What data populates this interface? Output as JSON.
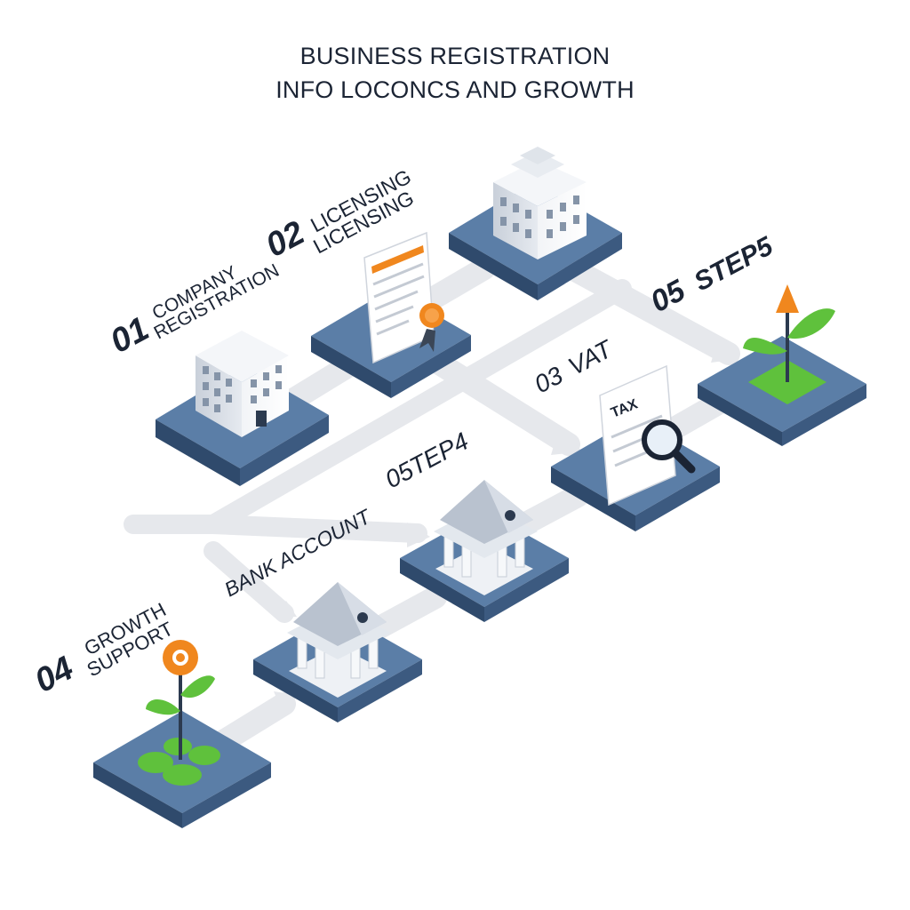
{
  "title": {
    "line1": "BUSINESS REGISTRATION",
    "line2": "INFO LOCONCS AND GROWTH"
  },
  "labels": {
    "step01": {
      "num": "01",
      "line1": "COMPANY",
      "line2": "REGISTRATION"
    },
    "step02": {
      "num": "02",
      "line1": "LICENSING",
      "line2": "LICENSING"
    },
    "step03": {
      "num": "03",
      "text": "VAT"
    },
    "step04": {
      "num": "04",
      "line1": "GROWTH",
      "line2": "SUPPORT"
    },
    "step05": {
      "num": "05",
      "text": "STEP5"
    },
    "bank_account": "BANK ACCOUNT",
    "step4": "05TEP4"
  },
  "icons": {
    "tax_doc_label": "TAX"
  },
  "colors": {
    "platform_top": "#5b7ea7",
    "platform_side": "#2f4a6c",
    "leaf": "#5fc13c",
    "accent": "#f0871e",
    "arrow": "#e6e8ec",
    "text": "#1b2434"
  }
}
